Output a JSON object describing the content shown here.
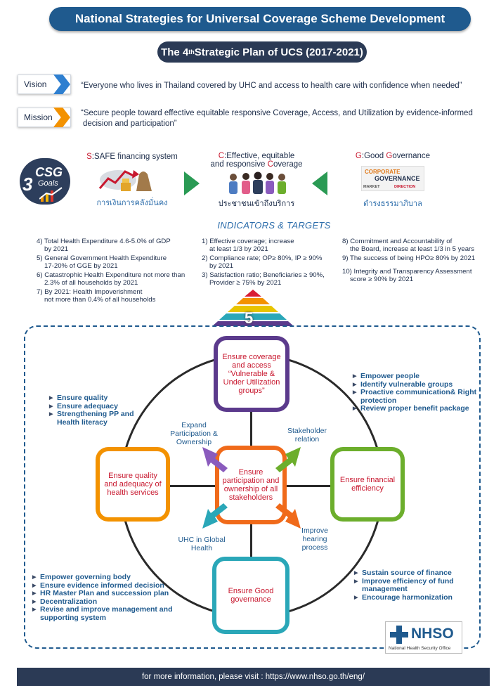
{
  "title": "National Strategies for Universal Coverage Scheme Development",
  "subtitle": {
    "pre": "The 4",
    "sup": "th",
    "post": " Strategic Plan of UCS (2017-2021)"
  },
  "vision": {
    "label": "Vision",
    "text": "“Everyone who lives in Thailand covered by UHC and access to health care with confidence when needed”"
  },
  "mission": {
    "label": "Mission",
    "text1": "“Secure people toward effective equitable responsive Coverage, Access, and Utilization by evidence-informed",
    "text2": "decision and participation”"
  },
  "csg": {
    "big": "CSG",
    "num": "3",
    "goals": "Goals"
  },
  "goals": {
    "s": {
      "letter": "S",
      "text": ":SAFE financing system",
      "thai": "การเงินการคลังมั่นคง"
    },
    "c": {
      "letter1": "C",
      "text1": ":Effective, equitable",
      "text2a": "and responsive ",
      "letter2": "C",
      "text2b": "overage",
      "thai": "ประชาชนเข้าถึงบริการ"
    },
    "g": {
      "letter1": "G",
      "text1": ":Good ",
      "letter2": "G",
      "text2": "overnance",
      "thai": "ดำรงธรรมาภิบาล"
    }
  },
  "corp": {
    "l1": "CORPORATE",
    "l2": "GOVERNANCE",
    "l3": "MARKET",
    "l4": "DIRECTION"
  },
  "indicators_title": "INDICATORS & TARGETS",
  "indicators": {
    "i4a": "4) Total Health Expenditure 4.6-5.0% of GDP",
    "i4b": "by 2021",
    "i5a": "5) General Government Health Expenditure",
    "i5b": "17-20% of GGE by 2021",
    "i6a": "6) Catastrophic Health Expenditure not more than",
    "i6b": "2.3% of all households by 2021",
    "i7a": "7) By 2021: Health Impoverishment",
    "i7b": "not more than 0.4% of all households",
    "i1a": "1) Effective coverage; increase",
    "i1b": "at least 1/3 by 2021",
    "i2a": "2) Compliance rate; OP≥ 80%, IP ≥ 90%",
    "i2b": "by 2021",
    "i3a": "3) Satisfaction ratio; Beneficiaries ≥ 90%,",
    "i3b": "Provider ≥ 75% by 2021",
    "i8a": "8) Commitment and Accountability of",
    "i8b": "the Board, increase at least 1/3 in 5 years",
    "i9": "9) The success of being HPO≥ 80% by 2021",
    "i10a": "10) Integrity and Transparency Assessment",
    "i10b": "score ≥ 90% by 2021"
  },
  "pyramid_num": "5",
  "strategies": {
    "top": "Ensure coverage and access “Vulnerable & Under Utilization groups”",
    "left": "Ensure quality and adequacy of health services",
    "right": "Ensure financial efficiency",
    "center": "Ensure participation and ownership of all stakeholders",
    "bottom": "Ensure Good governance"
  },
  "center_labels": {
    "expand": "Expand Participation & Ownership",
    "stakeholder": "Stakeholder relation",
    "uhc": "UHC in Global Health",
    "improve": "Improve hearing process"
  },
  "bullets": {
    "left_top": [
      "Ensure quality",
      "Ensure adequacy",
      "Strengthening PP and Health literacy"
    ],
    "right_top": [
      "Empower people",
      "Identify vulnerable groups",
      "Proactive communication& Right protection",
      "Review proper benefit package"
    ],
    "left_bottom": [
      "Empower governing body",
      "Ensure evidence informed decision",
      "HR Master Plan and succession plan",
      "Decentralization",
      "Revise and improve management and supporting system"
    ],
    "right_bottom": [
      "Sustain source of finance",
      "Improve efficiency of fund management",
      "Encourage harmonization"
    ]
  },
  "nhso": {
    "logo": "NHSO",
    "caption": "National Health Security Office"
  },
  "footer": "for more information, please visit : https://www.nhso.go.th/eng/",
  "colors": {
    "navy": "#1f5a8e",
    "dark": "#2b3a55",
    "purple": "#5b3a8c",
    "orange": "#f39200",
    "green": "#6cae2c",
    "teal": "#2aa7b8",
    "red": "#c8182f"
  }
}
